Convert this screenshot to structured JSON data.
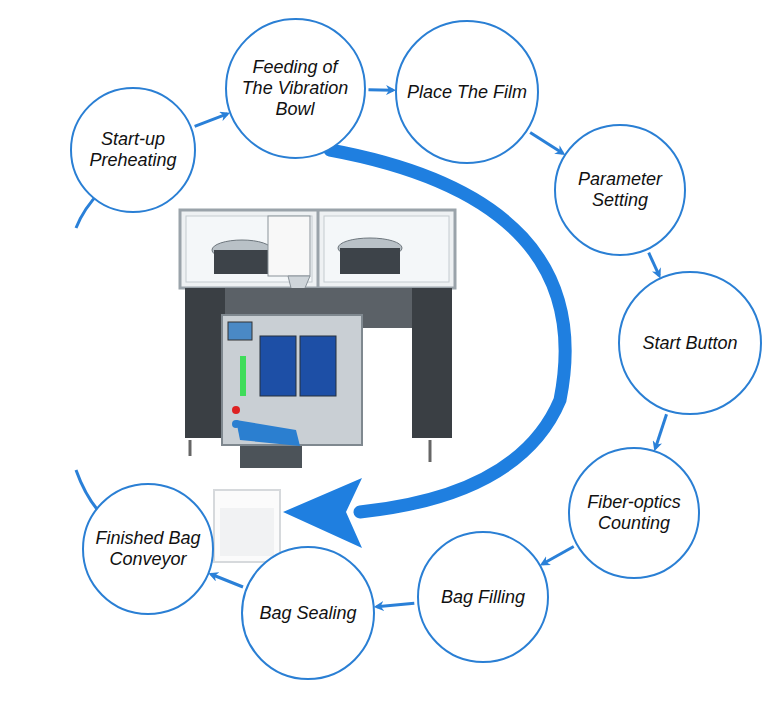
{
  "diagram": {
    "nodes": [
      {
        "text": [
          "Start-up Preheating"
        ]
      },
      {
        "text": [
          "Feeding of The Vibration Bowl"
        ]
      },
      {
        "text": [
          "Place The Film"
        ]
      },
      {
        "text": [
          "Parameter Setting"
        ]
      },
      {
        "text": [
          "Start Button"
        ]
      },
      {
        "text": [
          "Fiber-optics Counting"
        ]
      },
      {
        "text": [
          "Bag Filling"
        ]
      },
      {
        "text": [
          "Bag Sealing"
        ]
      },
      {
        "text": [
          "Finished Bag Conveyor"
        ]
      }
    ],
    "edges": [
      {
        "from": 0,
        "to": 1,
        "arrow": "to"
      },
      {
        "from": 1,
        "to": 2,
        "arrow": "to"
      },
      {
        "from": 2,
        "to": 3,
        "arrow": "to"
      },
      {
        "from": 3,
        "to": 4,
        "arrow": "to"
      },
      {
        "from": 4,
        "to": 5,
        "arrow": "to"
      },
      {
        "from": 5,
        "to": 6,
        "arrow": "to"
      },
      {
        "from": 6,
        "to": 7,
        "arrow": "to"
      },
      {
        "from": 7,
        "to": 8,
        "arrow": "to"
      }
    ]
  }
}
